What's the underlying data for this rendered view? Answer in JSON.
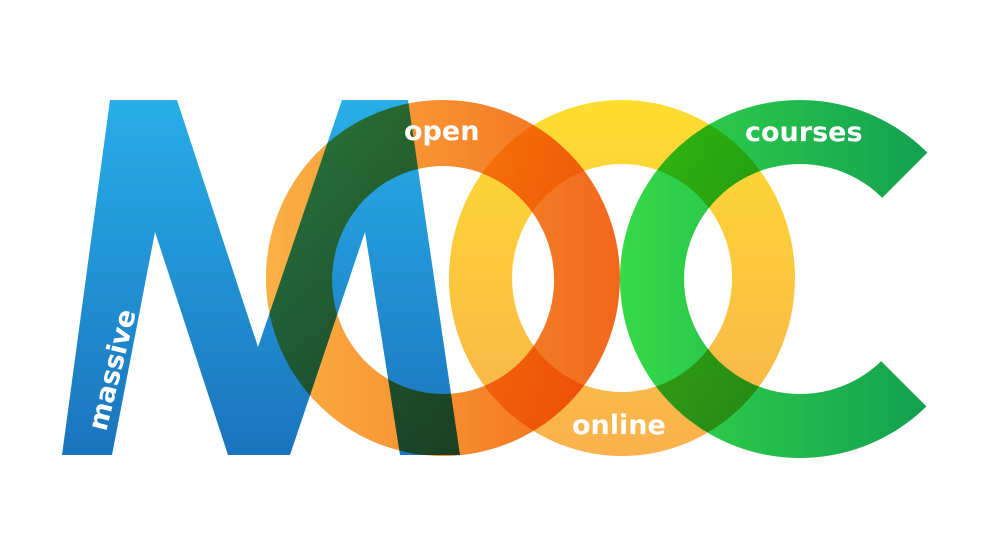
{
  "title": "MOOC",
  "letters": [
    "M",
    "O",
    "O",
    "C"
  ],
  "labels": {
    "m": "massive",
    "o1": "open",
    "o2": "online",
    "c": "courses"
  },
  "colors": {
    "background": "#ffffff",
    "m_top": "#28aee8",
    "m_bottom": "#1b74bd",
    "open_light": "#fbb03b",
    "open_dark": "#f05a0a",
    "online_top": "#fedb1e",
    "online_bottom": "#f9ab3d",
    "courses_light": "#2bd63c",
    "courses_dark": "#00924a",
    "label_text": "#ffffff"
  }
}
